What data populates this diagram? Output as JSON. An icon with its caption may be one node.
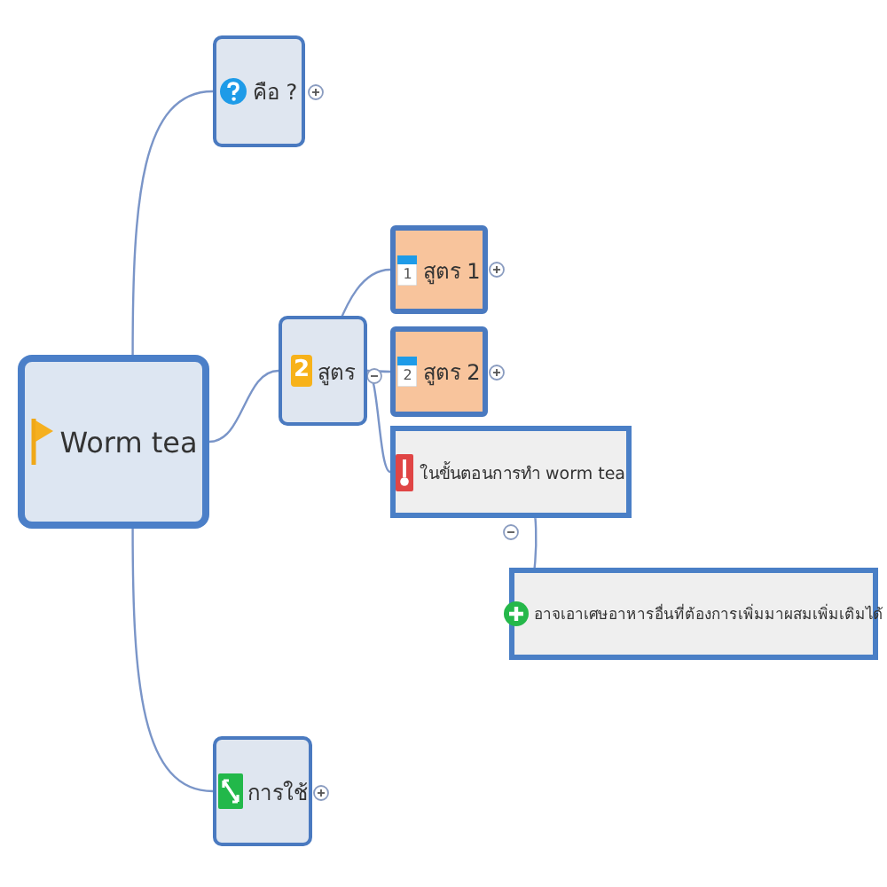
{
  "diagram": {
    "nodes": [
      {
        "text": [
          "Worm tea"
        ]
      },
      {
        "text": [
          "คือ ?"
        ]
      },
      {
        "text": [
          "สูตร"
        ]
      },
      {
        "text": [
          "สูตร 1"
        ]
      },
      {
        "text": [
          "สูตร 2"
        ]
      },
      {
        "text": [
          "ในขั้นตอนการทำ worm tea"
        ]
      },
      {
        "text": [
          "อาจเอาเศษอาหารอื่นที่ต้องการเพิ่มมาผสมเพิ่มเติมได้"
        ]
      },
      {
        "text": [
          "การใช้"
        ]
      }
    ],
    "edges": [
      {
        "from": 0,
        "to": 1,
        "arrow": "none"
      },
      {
        "from": 0,
        "to": 2,
        "arrow": "none"
      },
      {
        "from": 0,
        "to": 7,
        "arrow": "none"
      },
      {
        "from": 2,
        "to": 3,
        "arrow": "none"
      },
      {
        "from": 2,
        "to": 4,
        "arrow": "none"
      },
      {
        "from": 2,
        "to": 5,
        "arrow": "none"
      },
      {
        "from": 5,
        "to": 6,
        "arrow": "none"
      }
    ],
    "labels": [
      "2",
      "1",
      "2"
    ]
  }
}
